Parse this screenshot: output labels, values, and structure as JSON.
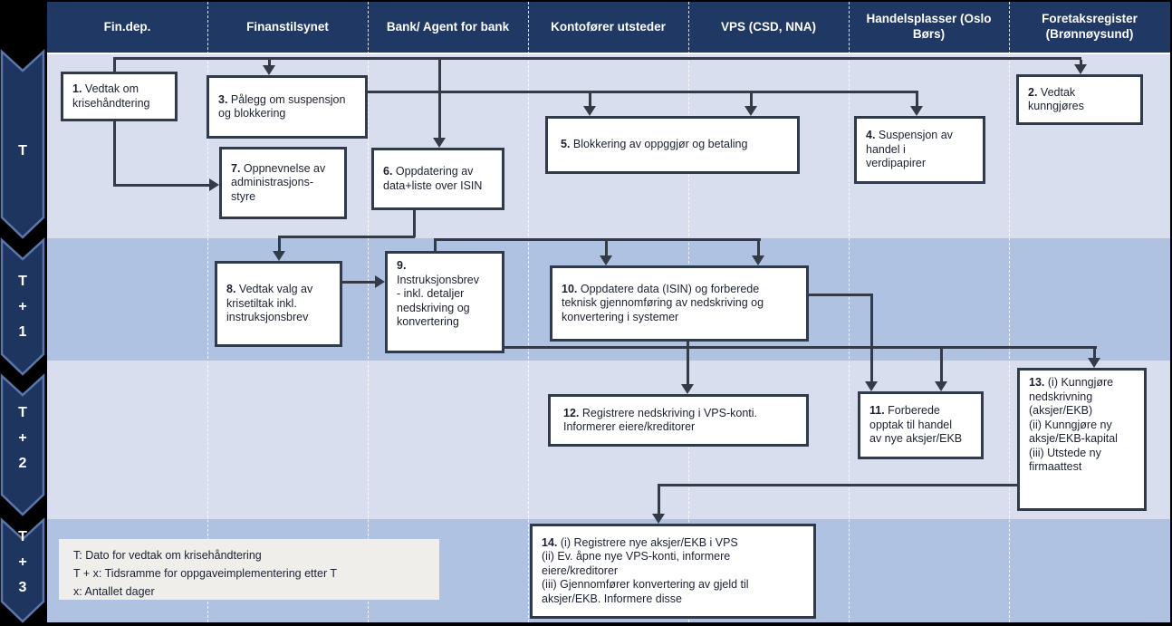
{
  "header": {
    "columns": [
      "Fin.dep.",
      "Finanstilsynet",
      "Bank/ Agent for bank",
      "Kontofører utsteder",
      "VPS (CSD, NNA)",
      "Handelsplasser (Oslo Børs)",
      "Foretaksregister (Brønnøysund)"
    ]
  },
  "timeline": {
    "labels": [
      "T",
      "T\n+\n1",
      "T\n+\n2",
      "T\n+\n3"
    ]
  },
  "boxes": [
    {
      "num": "1.",
      "text": "Vedtak om krisehåndtering"
    },
    {
      "num": "2.",
      "text": "Vedtak kunngjøres"
    },
    {
      "num": "3.",
      "text": "Pålegg om suspensjon og blokkering"
    },
    {
      "num": "4.",
      "text": "Suspensjon av\nhandel i\nverdipapirer"
    },
    {
      "num": "5.",
      "text": "Blokkering av oppggjør og betaling"
    },
    {
      "num": "6.",
      "text": "Oppdatering av\ndata+liste over ISIN"
    },
    {
      "num": "7.",
      "text": "Oppnevnelse av\nadministrasjons-\nstyre"
    },
    {
      "num": "8.",
      "text": "Vedtak valg av\nkrisetiltak inkl.\ninstruksjonsbrev"
    },
    {
      "num": "9.",
      "text": "\nInstruksjonsbrev\n- inkl. detaljer\nnedskriving og\nkonvertering"
    },
    {
      "num": "10.",
      "text": "Oppdatere data (ISIN) og forberede\nteknisk gjennomføring av nedskriving og\nkonvertering i systemer"
    },
    {
      "num": "11.",
      "text": "Forberede\nopptak til handel\nav nye aksjer/EKB"
    },
    {
      "num": "12.",
      "text": "Registrere nedskriving i VPS-konti.\nInformerer eiere/kreditorer"
    },
    {
      "num": "13.",
      "text": "(i) Kunngjøre\nnedskrivning\n(aksjer/EKB)\n(ii) Kunngjøre ny\naksje/EKB-kapital\n(iii) Utstede ny\nfirmaattest"
    },
    {
      "num": "14.",
      "text": "(i) Registrere nye aksjer/EKB i VPS\n(ii) Ev. åpne nye VPS-konti, informere\neiere/kreditorer\n(iii) Gjennomfører konvertering av gjeld til\naksjer/EKB. Informere disse"
    }
  ],
  "legend": {
    "lines": [
      "T: Dato for vedtak om krisehåndtering",
      "T + x: Tidsramme for oppgaveimplementering etter T",
      "x: Antallet dager"
    ]
  },
  "colors": {
    "header_bg": "#1F3864",
    "row_light": "#D8DEEE",
    "row_dark": "#AFC2E1",
    "connector": "#333B47",
    "box_border": "#2F3A4A",
    "box_text": "#1B2130",
    "chevron_fill": "#1E3560",
    "chevron_stroke": "#5A77AB",
    "legend_bg": "#EFEEEB"
  }
}
